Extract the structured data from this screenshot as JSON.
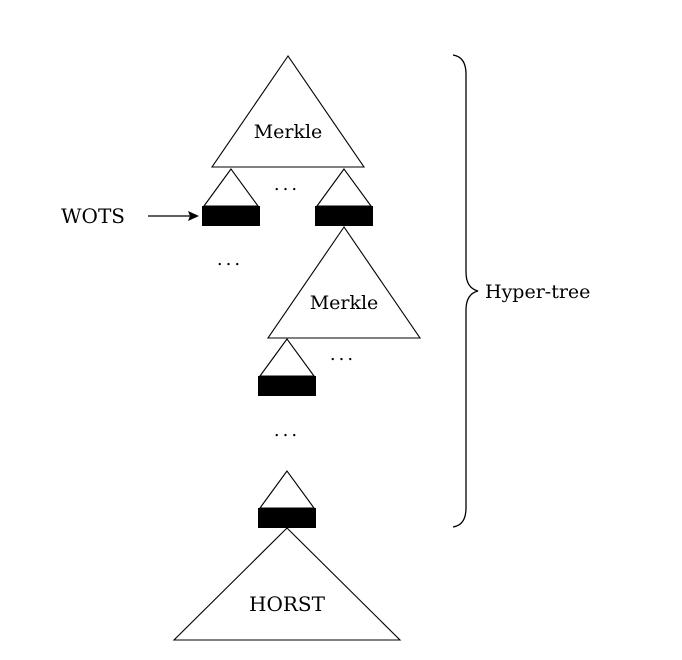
{
  "diagram": {
    "labels": {
      "merkle_top": "Merkle",
      "merkle_mid": "Merkle",
      "horst": "HORST",
      "wots": "WOTS",
      "hyper_tree": "Hyper-tree"
    },
    "ellipses": {
      "top_row": "...",
      "left_row": "...",
      "mid_row": "...",
      "vertical": "..."
    }
  }
}
